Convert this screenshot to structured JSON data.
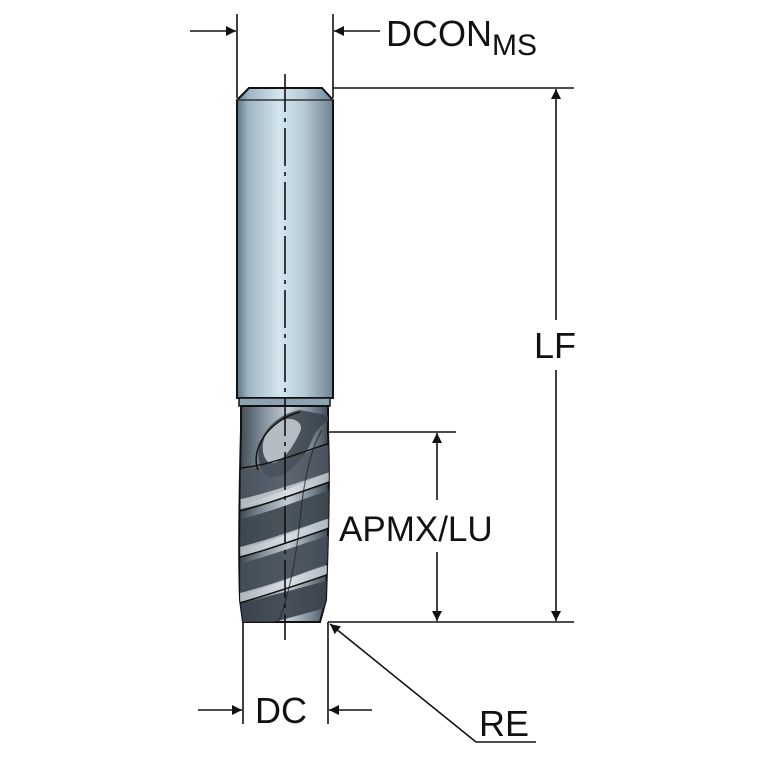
{
  "labels": {
    "dcon": "DCON",
    "dcon_sub": "MS",
    "lf": "LF",
    "apmx_lu": "APMX/LU",
    "dc": "DC",
    "re": "RE"
  },
  "colors": {
    "line": "#111111",
    "shank_light": "#cfe2ec",
    "shank_mid": "#9fb6c4",
    "shank_dark": "#5f7584",
    "flute_light": "#b8c2cc",
    "flute_mid": "#7d8a96",
    "flute_dark": "#3e4852"
  }
}
